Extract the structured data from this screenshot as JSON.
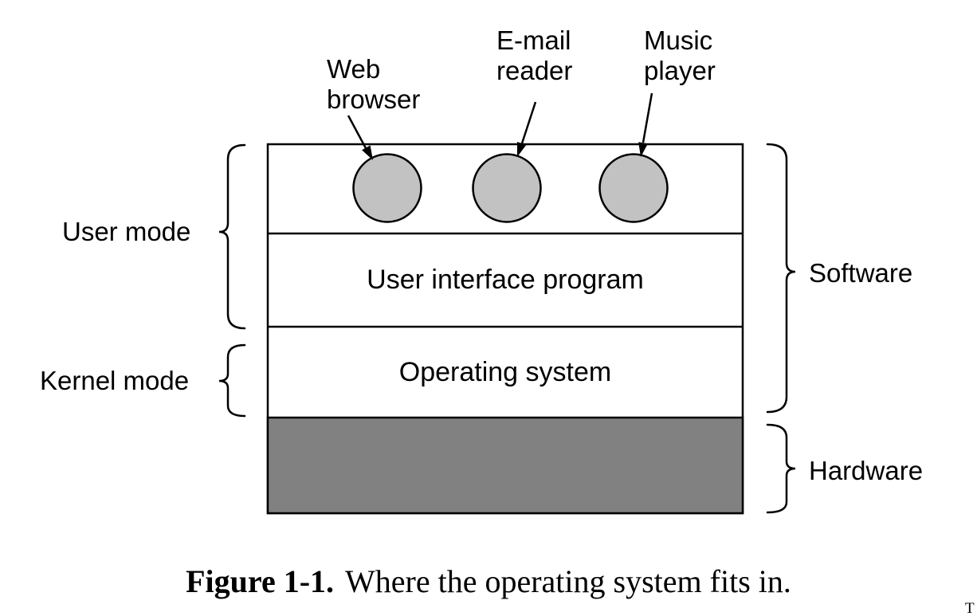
{
  "diagram": {
    "app_labels": [
      {
        "text": "Web\nbrowser"
      },
      {
        "text": "E-mail\nreader"
      },
      {
        "text": "Music\nplayer"
      }
    ],
    "mode_labels": {
      "user_mode": "User mode",
      "kernel_mode": "Kernel mode"
    },
    "side_labels": {
      "software": "Software",
      "hardware": "Hardware"
    },
    "layers": [
      {
        "label": ""
      },
      {
        "label": "User interface program"
      },
      {
        "label": "Operating system"
      },
      {
        "label": ""
      }
    ],
    "colors": {
      "background": "#ffffff",
      "line": "#000000",
      "circle_fill": "#c2c2c2",
      "hardware_fill": "#818181"
    }
  },
  "caption": {
    "figure_label": "Figure 1-1.",
    "text": "Where the operating system fits in."
  },
  "artifact": {
    "corner_glyph": "T"
  }
}
